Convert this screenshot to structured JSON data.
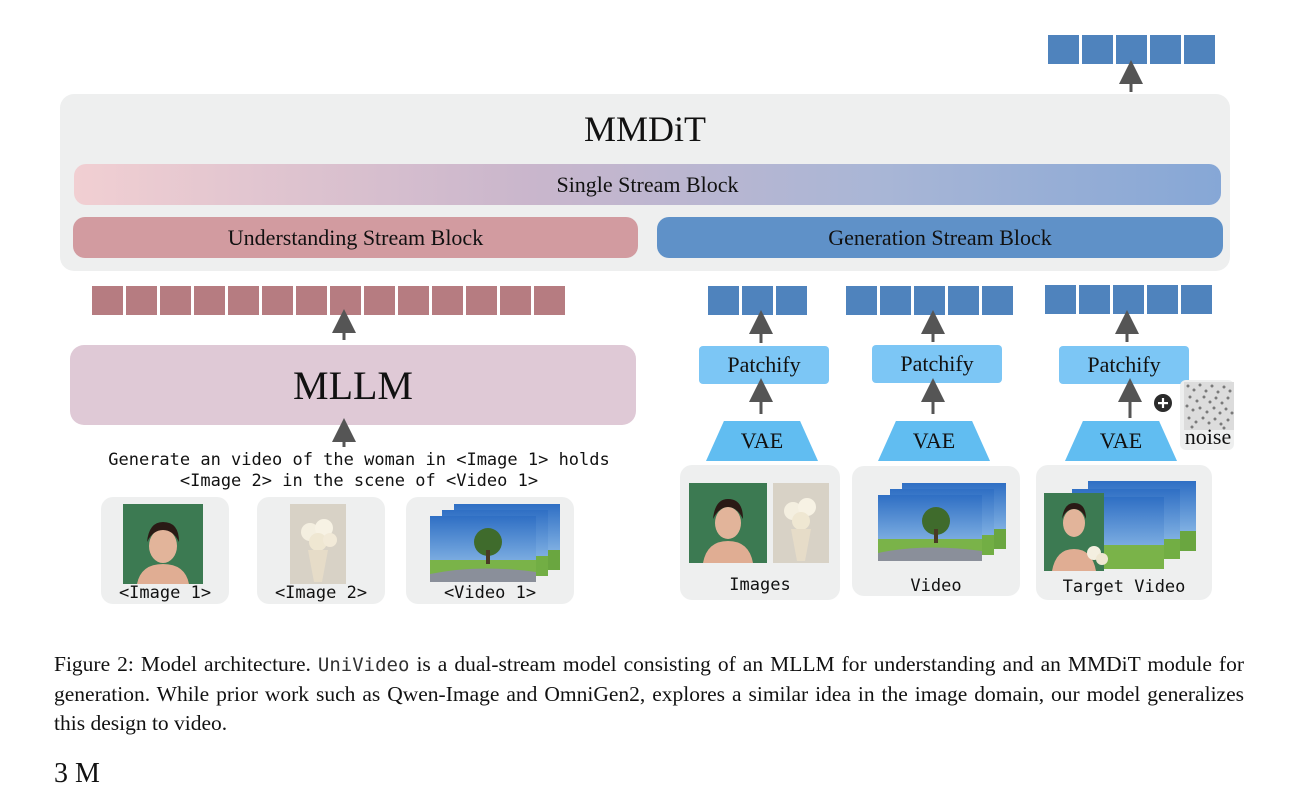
{
  "mmdit": {
    "title": "MMDiT",
    "single_block": "Single Stream Block",
    "understanding_block": "Understanding Stream Block",
    "generation_block": "Generation Stream Block"
  },
  "mllm": {
    "title": "MLLM"
  },
  "prompt": {
    "line1": "Generate an video of the woman in <Image 1> holds",
    "line2": "<Image 2> in the scene of <Video 1>"
  },
  "inputs": [
    {
      "label": "<Image 1>"
    },
    {
      "label": "<Image 2>"
    },
    {
      "label": "<Video 1>"
    }
  ],
  "generation_inputs": [
    {
      "label": "Images",
      "patchify": "Patchify",
      "vae": "VAE"
    },
    {
      "label": "Video",
      "patchify": "Patchify",
      "vae": "VAE"
    },
    {
      "label": "Target Video",
      "patchify": "Patchify",
      "vae": "VAE"
    }
  ],
  "noise_label": "noise",
  "caption": {
    "prefix": "Figure 2: Model architecture. ",
    "model_name": "UniVideo",
    "suffix": " is a dual-stream model consisting of an MLLM for understanding and an MMDiT module for generation. While prior work such as Qwen-Image and OmniGen2, explores a similar idea in the image domain, our model generalizes this design to video."
  },
  "bottom_cut_text": "3    M",
  "colors": {
    "understanding": "#d29ba0",
    "generation": "#5f91c8",
    "mllm": "#dfc9d6",
    "patchify": "#7cc6f5",
    "vae": "#61bdf1",
    "token_red": "#b67c81",
    "token_blue": "#4f83bd"
  }
}
